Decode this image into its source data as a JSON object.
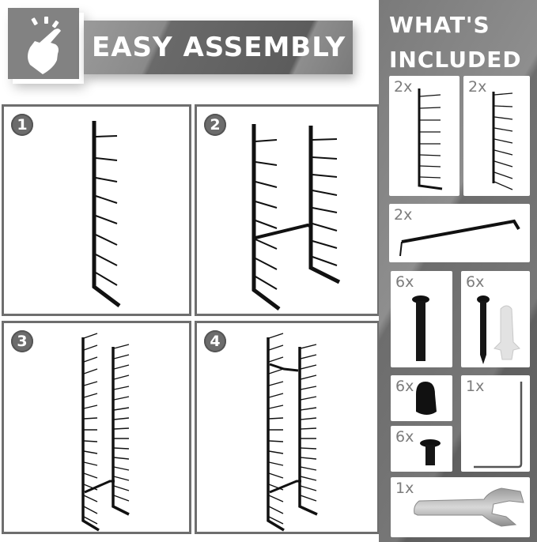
{
  "header": {
    "icon": "tap-hand-icon",
    "title": "EASY ASSEMBLY"
  },
  "steps": [
    {
      "number": "1",
      "description": "single-rack-side"
    },
    {
      "number": "2",
      "description": "two-sides-joined-with-bracket"
    },
    {
      "number": "3",
      "description": "rack-sides-with-lower-bracket"
    },
    {
      "number": "4",
      "description": "rack-sides-with-upper-and-lower-brackets"
    }
  ],
  "included": {
    "title_line1": "WHAT'S",
    "title_line2": "INCLUDED",
    "items": [
      {
        "qty": "2x",
        "part": "left-rack-side"
      },
      {
        "qty": "2x",
        "part": "right-rack-side"
      },
      {
        "qty": "2x",
        "part": "connecting-bracket"
      },
      {
        "qty": "6x",
        "part": "bolt"
      },
      {
        "qty": "6x",
        "part": "wall-screw-and-anchor"
      },
      {
        "qty": "6x",
        "part": "cap-nut"
      },
      {
        "qty": "1x",
        "part": "allen-key"
      },
      {
        "qty": "6x",
        "part": "short-bolt"
      },
      {
        "qty": "1x",
        "part": "wrench"
      }
    ]
  },
  "colors": {
    "panel_gray": "#7a7a7a",
    "badge_gray": "#6c6c6c",
    "qty_gray": "#7c7c7c",
    "border_gray": "#6e6e6e"
  }
}
